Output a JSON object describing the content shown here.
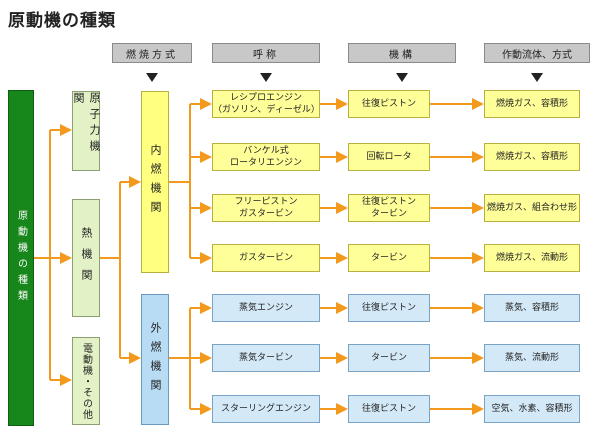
{
  "title": "原動機の種類",
  "headers": {
    "combustion": "燃焼方式",
    "name": "呼称",
    "mechanism": "機構",
    "fluid": "作動流体、方式"
  },
  "root_label": "原動機の種類",
  "categories": [
    "原子力機関",
    "熱機関",
    "電動機・その他"
  ],
  "combustion": {
    "inner": "内燃機関",
    "outer": "外燃機関"
  },
  "rows": [
    {
      "name": "レシプロエンジン\n（ガソリン、ディーゼル）",
      "mechanism": "往復ピストン",
      "fluid": "燃焼ガス、容積形"
    },
    {
      "name": "バンケル式\nロータリエンジン",
      "mechanism": "回転ロータ",
      "fluid": "燃焼ガス、容積形"
    },
    {
      "name": "フリーピストン\nガスタービン",
      "mechanism": "往復ピストン\nタービン",
      "fluid": "燃焼ガス、組合わせ形"
    },
    {
      "name": "ガスタービン",
      "mechanism": "タービン",
      "fluid": "燃焼ガス、流動形"
    },
    {
      "name": "蒸気エンジン",
      "mechanism": "往復ピストン",
      "fluid": "蒸気、容積形"
    },
    {
      "name": "蒸気タービン",
      "mechanism": "タービン",
      "fluid": "蒸気、流動形"
    },
    {
      "name": "スターリングエンジン",
      "mechanism": "往復ピストン",
      "fluid": "空気、水素、容積形"
    }
  ],
  "colors": {
    "arrow": "#f39a1e",
    "root": "#17861b"
  }
}
